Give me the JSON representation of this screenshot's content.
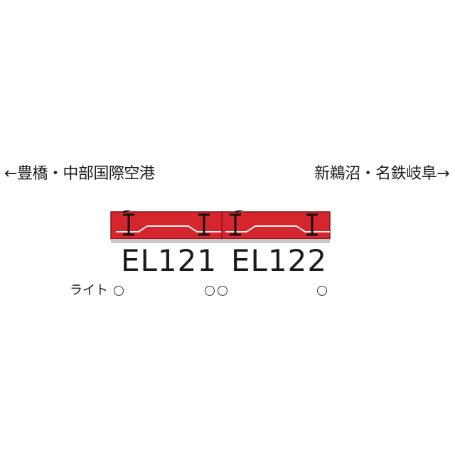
{
  "directions": {
    "left": "←豊橋・中部国際空港",
    "right": "新鵜沼・名鉄岐阜→"
  },
  "cars": [
    {
      "number": "EL121"
    },
    {
      "number": "EL122"
    }
  ],
  "lights": {
    "label": "ライト"
  },
  "colors": {
    "body_red": "#d4262c",
    "stripe_grey": "#c8c8c8",
    "outline": "#111111"
  }
}
